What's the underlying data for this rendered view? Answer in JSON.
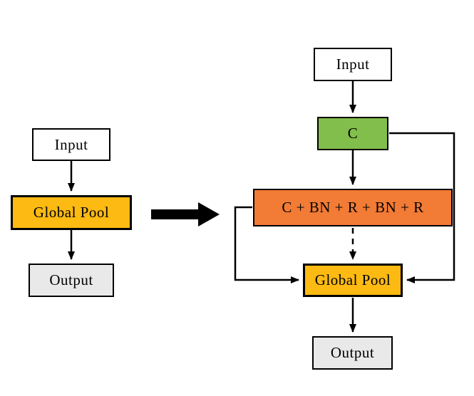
{
  "diagram": {
    "left_pipeline": {
      "input": "Input",
      "global_pool": "Global Pool",
      "output": "Output"
    },
    "right_pipeline": {
      "input": "Input",
      "conv": "C",
      "conv_block": "C + BN + R + BN + R",
      "global_pool": "Global Pool",
      "output": "Output"
    },
    "colors": {
      "node-border": "#000000",
      "input-bg": "#ffffff",
      "global-pool-bg": "#fcba12",
      "output-bg": "#e9e9e9",
      "conv-bg": "#82be4b",
      "conv-block-bg": "#f27b35",
      "arrow": "#000000"
    }
  }
}
